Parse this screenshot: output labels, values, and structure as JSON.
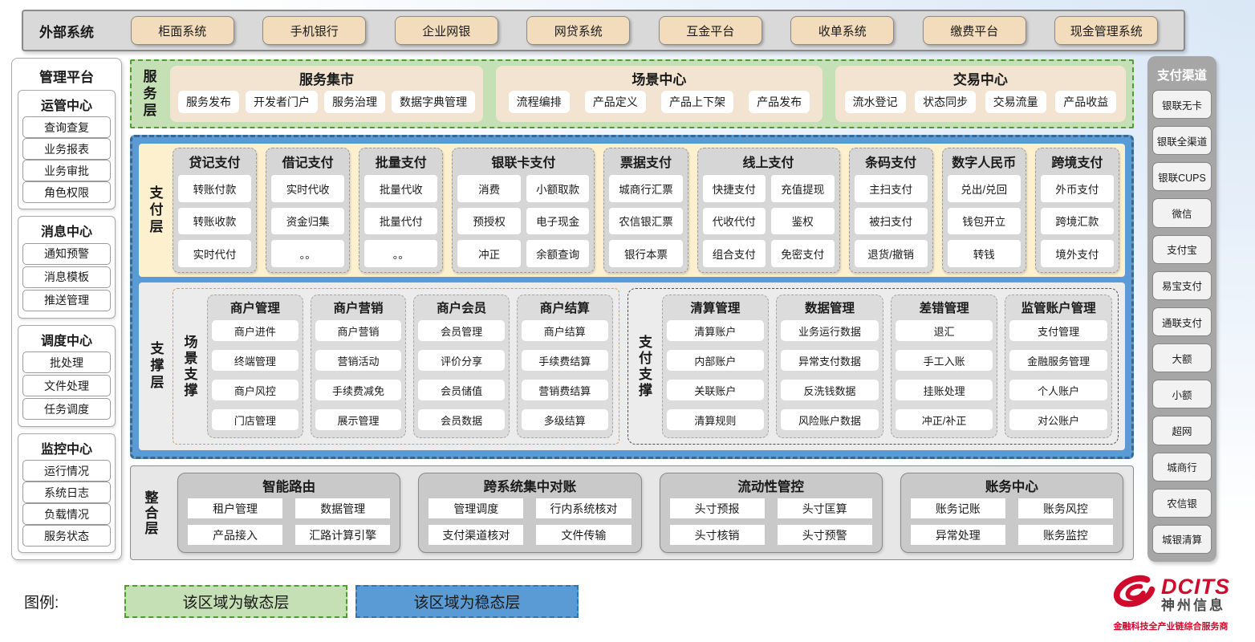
{
  "external": {
    "label": "外部系统",
    "systems": [
      "柜面系统",
      "手机银行",
      "企业网银",
      "网贷系统",
      "互金平台",
      "收单系统",
      "缴费平台",
      "现金管理系统"
    ]
  },
  "management": {
    "title": "管理平台",
    "groups": [
      {
        "title": "运管中心",
        "items": [
          "查询查复",
          "业务报表",
          "业务审批",
          "角色权限"
        ]
      },
      {
        "title": "消息中心",
        "items": [
          "通知预警",
          "消息模板",
          "推送管理"
        ]
      },
      {
        "title": "调度中心",
        "items": [
          "批处理",
          "文件处理",
          "任务调度"
        ]
      },
      {
        "title": "监控中心",
        "items": [
          "运行情况",
          "系统日志",
          "负载情况",
          "服务状态"
        ]
      }
    ]
  },
  "service_layer": {
    "label": "服务层",
    "panels": [
      {
        "title": "服务集市",
        "items": [
          "服务发布",
          "开发者门户",
          "服务治理",
          "数据字典管理"
        ]
      },
      {
        "title": "场景中心",
        "items": [
          "流程编排",
          "产品定义",
          "产品上下架",
          "产品发布"
        ]
      },
      {
        "title": "交易中心",
        "items": [
          "流水登记",
          "状态同步",
          "交易流量",
          "产品收益"
        ]
      }
    ]
  },
  "payment_layer": {
    "label": "支付层",
    "groups": [
      {
        "title": "贷记支付",
        "cols": 1,
        "items": [
          "转账付款",
          "转账收款",
          "实时代付"
        ]
      },
      {
        "title": "借记支付",
        "cols": 1,
        "items": [
          "实时代收",
          "资金归集",
          "。。"
        ]
      },
      {
        "title": "批量支付",
        "cols": 1,
        "items": [
          "批量代收",
          "批量代付",
          "。。"
        ]
      },
      {
        "title": "银联卡支付",
        "cols": 2,
        "items": [
          "消费",
          "小额取款",
          "预授权",
          "电子现金",
          "冲正",
          "余额查询"
        ]
      },
      {
        "title": "票据支付",
        "cols": 1,
        "items": [
          "城商行汇票",
          "农信银汇票",
          "银行本票"
        ]
      },
      {
        "title": "线上支付",
        "cols": 2,
        "items": [
          "快捷支付",
          "充值提现",
          "代收代付",
          "鉴权",
          "组合支付",
          "免密支付"
        ]
      },
      {
        "title": "条码支付",
        "cols": 1,
        "items": [
          "主扫支付",
          "被扫支付",
          "退货/撤销"
        ]
      },
      {
        "title": "数字人民币",
        "cols": 1,
        "items": [
          "兑出/兑回",
          "钱包开立",
          "转钱"
        ]
      },
      {
        "title": "跨境支付",
        "cols": 1,
        "items": [
          "外币支付",
          "跨境汇款",
          "境外支付"
        ]
      }
    ]
  },
  "support_layer": {
    "label": "支撑层",
    "sections": [
      {
        "label": "场景支撑",
        "style": "orange",
        "groups": [
          {
            "title": "商户管理",
            "items": [
              "商户进件",
              "终端管理",
              "商户风控",
              "门店管理"
            ]
          },
          {
            "title": "商户营销",
            "items": [
              "商户营销",
              "营销活动",
              "手续费减免",
              "展示管理"
            ]
          },
          {
            "title": "商户会员",
            "items": [
              "会员管理",
              "评价分享",
              "会员储值",
              "会员数据"
            ]
          },
          {
            "title": "商户结算",
            "items": [
              "商户结算",
              "手续费结算",
              "营销费结算",
              "多级结算"
            ]
          }
        ]
      },
      {
        "label": "支付支撑",
        "style": "dark",
        "groups": [
          {
            "title": "清算管理",
            "items": [
              "清算账户",
              "内部账户",
              "关联账户",
              "清算规则"
            ]
          },
          {
            "title": "数据管理",
            "items": [
              "业务运行数据",
              "异常支付数据",
              "反洗钱数据",
              "风险账户数据"
            ]
          },
          {
            "title": "差错管理",
            "items": [
              "退汇",
              "手工入账",
              "挂账处理",
              "冲正/补正"
            ]
          },
          {
            "title": "监管账户管理",
            "items": [
              "支付管理",
              "金融服务管理",
              "个人账户",
              "对公账户"
            ]
          }
        ]
      }
    ]
  },
  "integration_layer": {
    "label": "整合层",
    "panels": [
      {
        "title": "智能路由",
        "items": [
          "租户管理",
          "数据管理",
          "产品接入",
          "汇路计算引擎"
        ]
      },
      {
        "title": "跨系统集中对账",
        "items": [
          "管理调度",
          "行内系统核对",
          "支付渠道核对",
          "文件传输"
        ]
      },
      {
        "title": "流动性管控",
        "items": [
          "头寸预报",
          "头寸匡算",
          "头寸核销",
          "头寸预警"
        ]
      },
      {
        "title": "账务中心",
        "items": [
          "账务记账",
          "账务风控",
          "异常处理",
          "账务监控"
        ]
      }
    ]
  },
  "channels": {
    "title": "支付渠道",
    "items": [
      "银联无卡",
      "银联全渠道",
      "银联CUPS",
      "微信",
      "支付宝",
      "易宝支付",
      "通联支付",
      "大额",
      "小额",
      "超网",
      "城商行",
      "农信银",
      "城银清算"
    ]
  },
  "legend": {
    "label": "图例:",
    "agile": "该区域为敏态层",
    "stable": "该区域为稳态层"
  },
  "logo": {
    "brand": "DCITS",
    "company": "神州信息",
    "tagline": "金融科技全产业链综合服务商"
  },
  "colors": {
    "agile_green": "#c5e0b4",
    "stable_blue": "#5b9bd5",
    "service_panel_cream": "#f2e4d0",
    "payment_cream": "#fcf0ce",
    "external_button_tan": "#f2dcbb",
    "gray_panel": "#d6d6d6",
    "channel_sidebar_gray": "#a6a6a6",
    "scene_support_border_orange": "#e8973c",
    "brand_red": "#cf0a2c"
  }
}
